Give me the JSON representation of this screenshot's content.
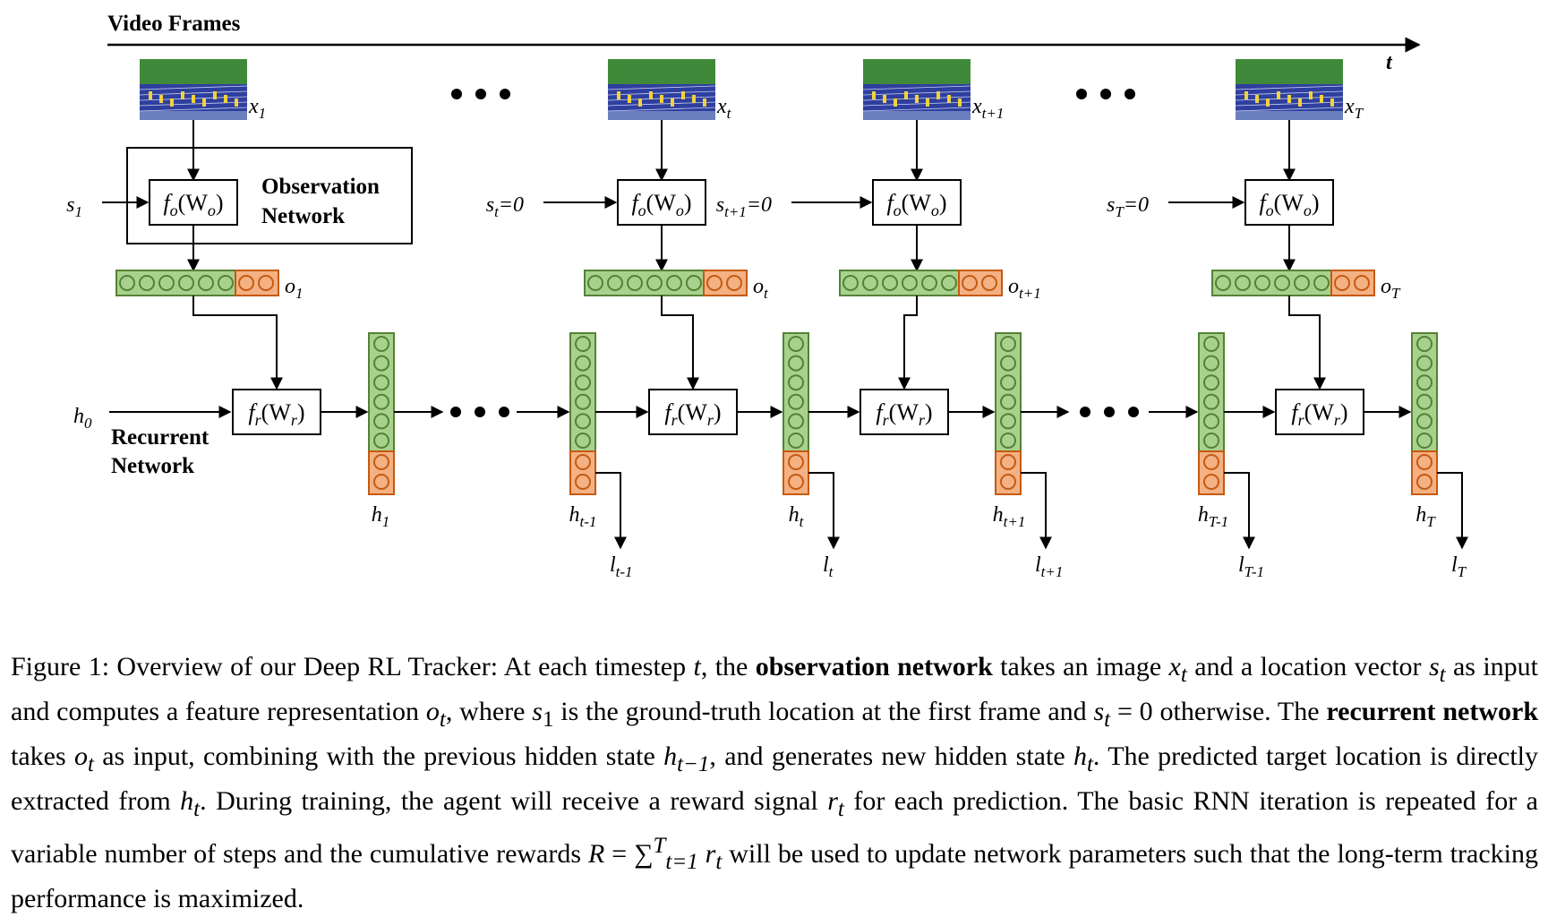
{
  "figure": {
    "time_axis_title": "Video Frames",
    "time_axis_symbol": "t",
    "observation_label_line1": "Observation",
    "observation_label_line2": "Network",
    "recurrent_label_line1": "Recurrent",
    "recurrent_label_line2": "Network",
    "fo_text": "f",
    "fo_sub": "o",
    "fo_arg": "(W",
    "fo_arg_sub": "o",
    "fr_text": "f",
    "fr_sub": "r",
    "fr_arg": "(W",
    "fr_arg_sub": "r",
    "h0": "h",
    "h0_sub": "0",
    "columns": [
      {
        "x_main": "x",
        "x_sub": "1",
        "s_main": "s",
        "s_sub": "1",
        "s_eq": "",
        "o_main": "o",
        "o_sub": "1"
      },
      {
        "x_main": "x",
        "x_sub": "t",
        "s_main": "s",
        "s_sub": "t",
        "s_eq": "=0",
        "o_main": "o",
        "o_sub": "t"
      },
      {
        "x_main": "x",
        "x_sub": "t+1",
        "s_main": "s",
        "s_sub": "t+1",
        "s_eq": "=0",
        "o_main": "o",
        "o_sub": "t+1"
      },
      {
        "x_main": "x",
        "x_sub": "T",
        "s_main": "s",
        "s_sub": "T",
        "s_eq": "=0",
        "o_main": "o",
        "o_sub": "T"
      }
    ],
    "hidden_states": [
      {
        "main": "h",
        "sub": "1",
        "loc_main": "",
        "loc_sub": ""
      },
      {
        "main": "h",
        "sub": "t-1",
        "loc_main": "l",
        "loc_sub": "t-1"
      },
      {
        "main": "h",
        "sub": "t",
        "loc_main": "l",
        "loc_sub": "t"
      },
      {
        "main": "h",
        "sub": "t+1",
        "loc_main": "l",
        "loc_sub": "t+1"
      },
      {
        "main": "h",
        "sub": "T-1",
        "loc_main": "l",
        "loc_sub": "T-1"
      },
      {
        "main": "h",
        "sub": "T",
        "loc_main": "l",
        "loc_sub": "T"
      }
    ],
    "colors": {
      "green_fill": "#a9d18e",
      "green_stroke": "#548235",
      "orange_fill": "#f4b183",
      "orange_stroke": "#c55a11",
      "track_blue": "#2f3f9e",
      "track_green": "#3f8a3a"
    }
  },
  "caption": {
    "prefix": "Figure 1: Overview of our Deep RL Tracker: At each timestep ",
    "t1": "t",
    "p2": ", the ",
    "bold1": "observation network",
    "p3": " takes an image ",
    "xt": "x",
    "xt_sub": "t",
    "p4": " and a location vector ",
    "st": "s",
    "st_sub": "t",
    "p5": " as input and computes a feature representation ",
    "ot": "o",
    "ot_sub": "t",
    "p6": ", where ",
    "s1": "s",
    "s1_sub": "1",
    "p7": " is the ground-truth location at the first frame and ",
    "st2": "s",
    "st2_sub": "t",
    "p8": " = 0 otherwise. The ",
    "bold2": "recurrent network",
    "p9": " takes ",
    "ot2": "o",
    "ot2_sub": "t",
    "p10": " as input, combining with the previous hidden state ",
    "htm1": "h",
    "htm1_sub": "t−1",
    "p11": ", and generates new hidden state ",
    "ht": "h",
    "ht_sub": "t",
    "p12": ". The predicted target location is directly extracted from ",
    "ht2": "h",
    "ht2_sub": "t",
    "p13": ". During training, the agent will receive a reward signal ",
    "rt": "r",
    "rt_sub": "t",
    "p14": " for each prediction. The basic RNN iteration is repeated for a variable number of steps and the cumulative rewards ",
    "R": "R",
    "p15": " = ∑",
    "sum_sub": "t=1",
    "sum_sup": "T",
    "rt2": " r",
    "rt2_sub": "t",
    "p16": " will be used to update network parameters such that the long-term tracking performance is maximized."
  }
}
